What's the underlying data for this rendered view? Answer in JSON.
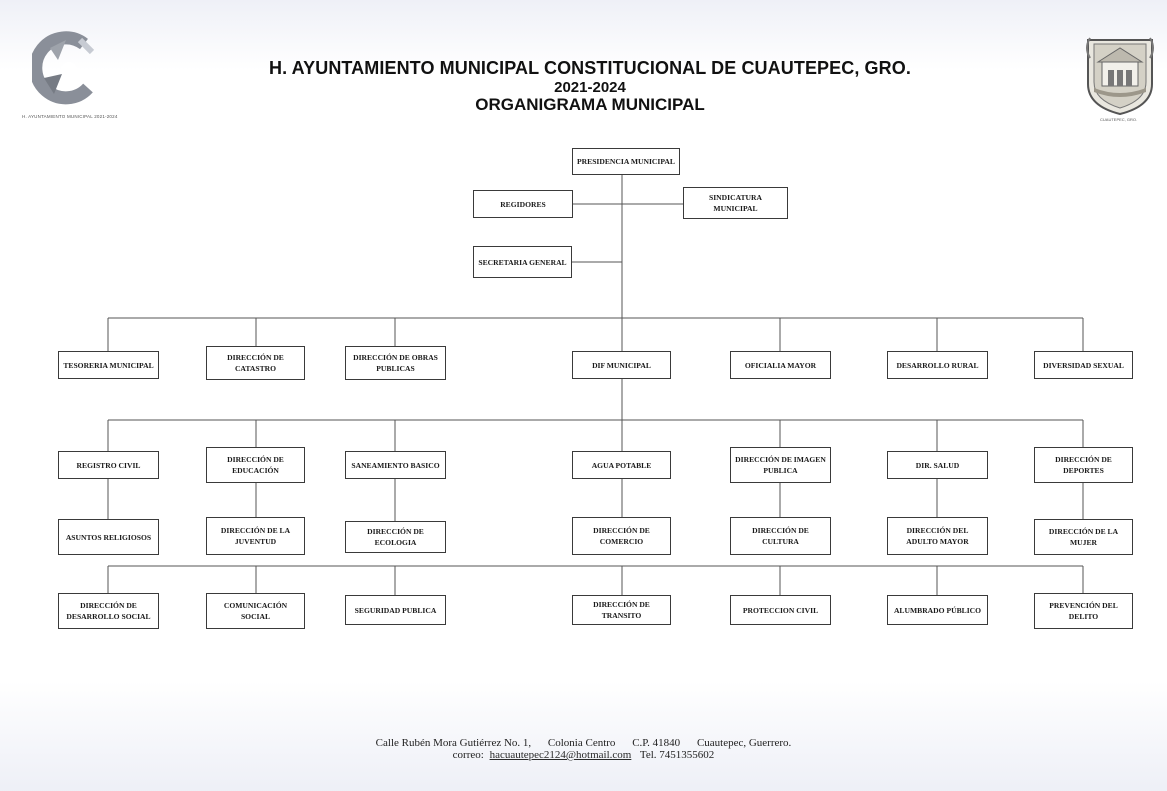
{
  "header": {
    "title_line1": "H. AYUNTAMIENTO MUNICIPAL CONSTITUCIONAL DE CUAUTEPEC, GRO.",
    "title_line2": "2021-2024",
    "title_line3": "ORGANIGRAMA MUNICIPAL",
    "left_logo_caption": "H. AYUNTAMIENTO MUNICIPAL 2021-2024",
    "right_logo_caption": "CUAUTEPEC, GRO."
  },
  "org": {
    "presidencia": "PRESIDENCIA MUNICIPAL",
    "regidores": "REGIDORES",
    "sindicatura": "SINDICATURA MUNICIPAL",
    "secretaria": "SECRETARIA GENERAL",
    "rows": [
      [
        "TESORERIA MUNICIPAL",
        "DIRECCIÓN DE CATASTRO",
        "DIRECCIÓN DE OBRAS PUBLICAS",
        "DIF MUNICIPAL",
        "OFICIALIA MAYOR",
        "DESARROLLO RURAL",
        "DIVERSIDAD SEXUAL"
      ],
      [
        "REGISTRO CIVIL",
        "DIRECCIÓN DE EDUCACIÓN",
        "SANEAMIENTO BASICO",
        "AGUA POTABLE",
        "DIRECCIÓN DE IMAGEN PUBLICA",
        "DIR. SALUD",
        "DIRECCIÓN DE DEPORTES"
      ],
      [
        "ASUNTOS RELIGIOSOS",
        "DIRECCIÓN DE LA JUVENTUD",
        "DIRECCIÓN DE ECOLOGIA",
        "DIRECCIÓN DE COMERCIO",
        "DIRECCIÓN DE CULTURA",
        "DIRECCIÓN DEL ADULTO MAYOR",
        "DIRECCIÓN DE LA MUJER"
      ],
      [
        "DIRECCIÓN DE DESARROLLO SOCIAL",
        "COMUNICACIÓN SOCIAL",
        "SEGURIDAD PUBLICA",
        "DIRECCIÓN DE TRANSITO",
        "PROTECCION CIVIL",
        "ALUMBRADO PÚBLICO",
        "PREVENCIÓN DEL DELITO"
      ]
    ]
  },
  "footer": {
    "address": "Calle Rubén Mora Gutiérrez No. 1,",
    "colonia": "Colonia Centro",
    "cp": "C.P. 41840",
    "city": "Cuautepec, Guerrero.",
    "correo_label": "correo:",
    "email": "hacuautepec2124@hotmail.com",
    "tel": "Tel. 7451355602"
  }
}
